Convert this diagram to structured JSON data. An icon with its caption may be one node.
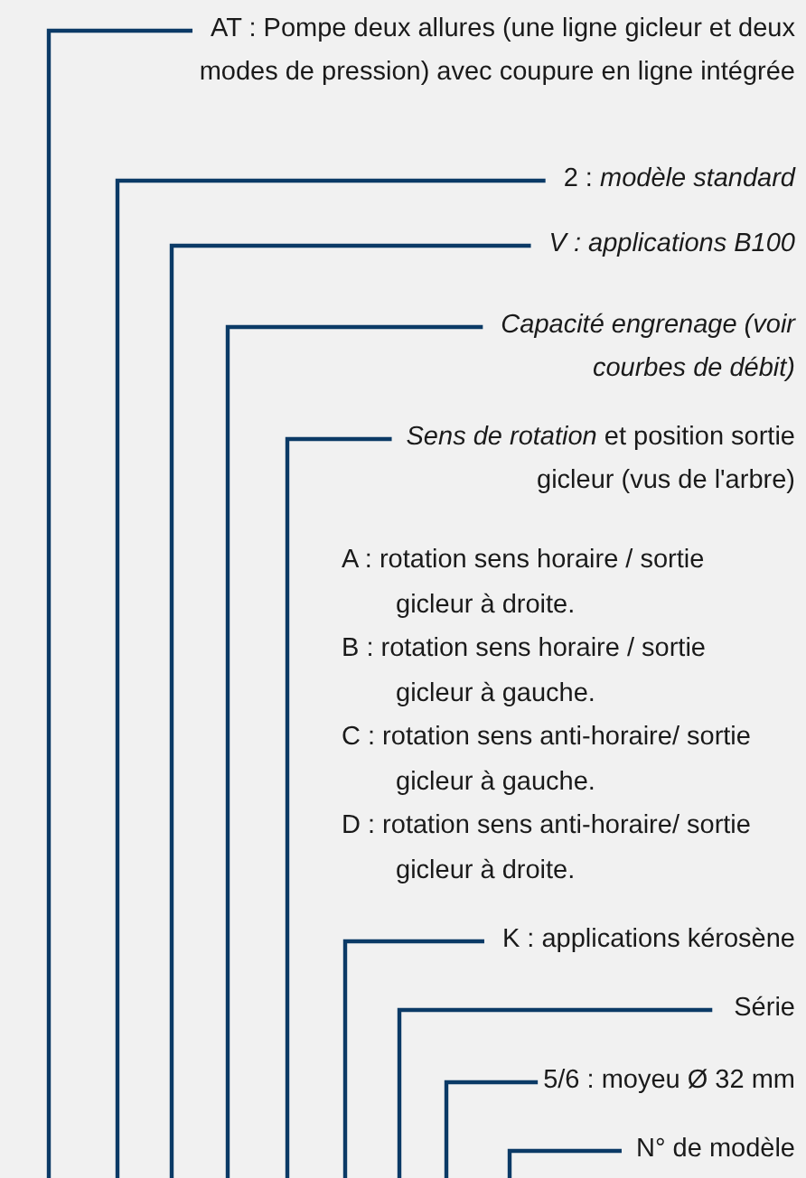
{
  "diagram": {
    "nodes": [
      {
        "text": [
          "AT : Pompe deux allures (une ligne gicleur et deux modes de pression) avec coupure en ligne intégrée"
        ]
      },
      {
        "text": [
          "2 : *modèle standard*"
        ]
      },
      {
        "text": [
          "V : applications B100"
        ]
      },
      {
        "text": [
          "Capacité engrenage (voir courbes de débit)"
        ]
      },
      {
        "text": [
          "*Sens de rotation* et position sortie gicleur (vus de l'arbre)"
        ]
      },
      {
        "text": [
          "K : applications kérosène"
        ]
      },
      {
        "text": [
          "Série"
        ]
      },
      {
        "text": [
          "5/6 : moyeu Ø 32 mm"
        ]
      },
      {
        "text": [
          "N° de modèle"
        ]
      }
    ],
    "edges": [
      {
        "from": 0,
        "to": null,
        "arrow": "none"
      },
      {
        "from": 1,
        "to": null,
        "arrow": "none"
      },
      {
        "from": 2,
        "to": null,
        "arrow": "none"
      },
      {
        "from": 3,
        "to": null,
        "arrow": "none"
      },
      {
        "from": 4,
        "to": null,
        "arrow": "none"
      },
      {
        "from": 5,
        "to": null,
        "arrow": "none"
      },
      {
        "from": 6,
        "to": null,
        "arrow": "none"
      },
      {
        "from": 7,
        "to": null,
        "arrow": "none"
      },
      {
        "from": 8,
        "to": null,
        "arrow": "none"
      }
    ],
    "labels": [
      "A : rotation sens horaire / sortie gicleur à droite.",
      "B : rotation sens horaire / sortie gicleur à gauche.",
      "C : rotation sens anti-horaire/ sortie gicleur à gauche.",
      "D : rotation sens anti-horaire/ sortie gicleur à droite."
    ]
  }
}
